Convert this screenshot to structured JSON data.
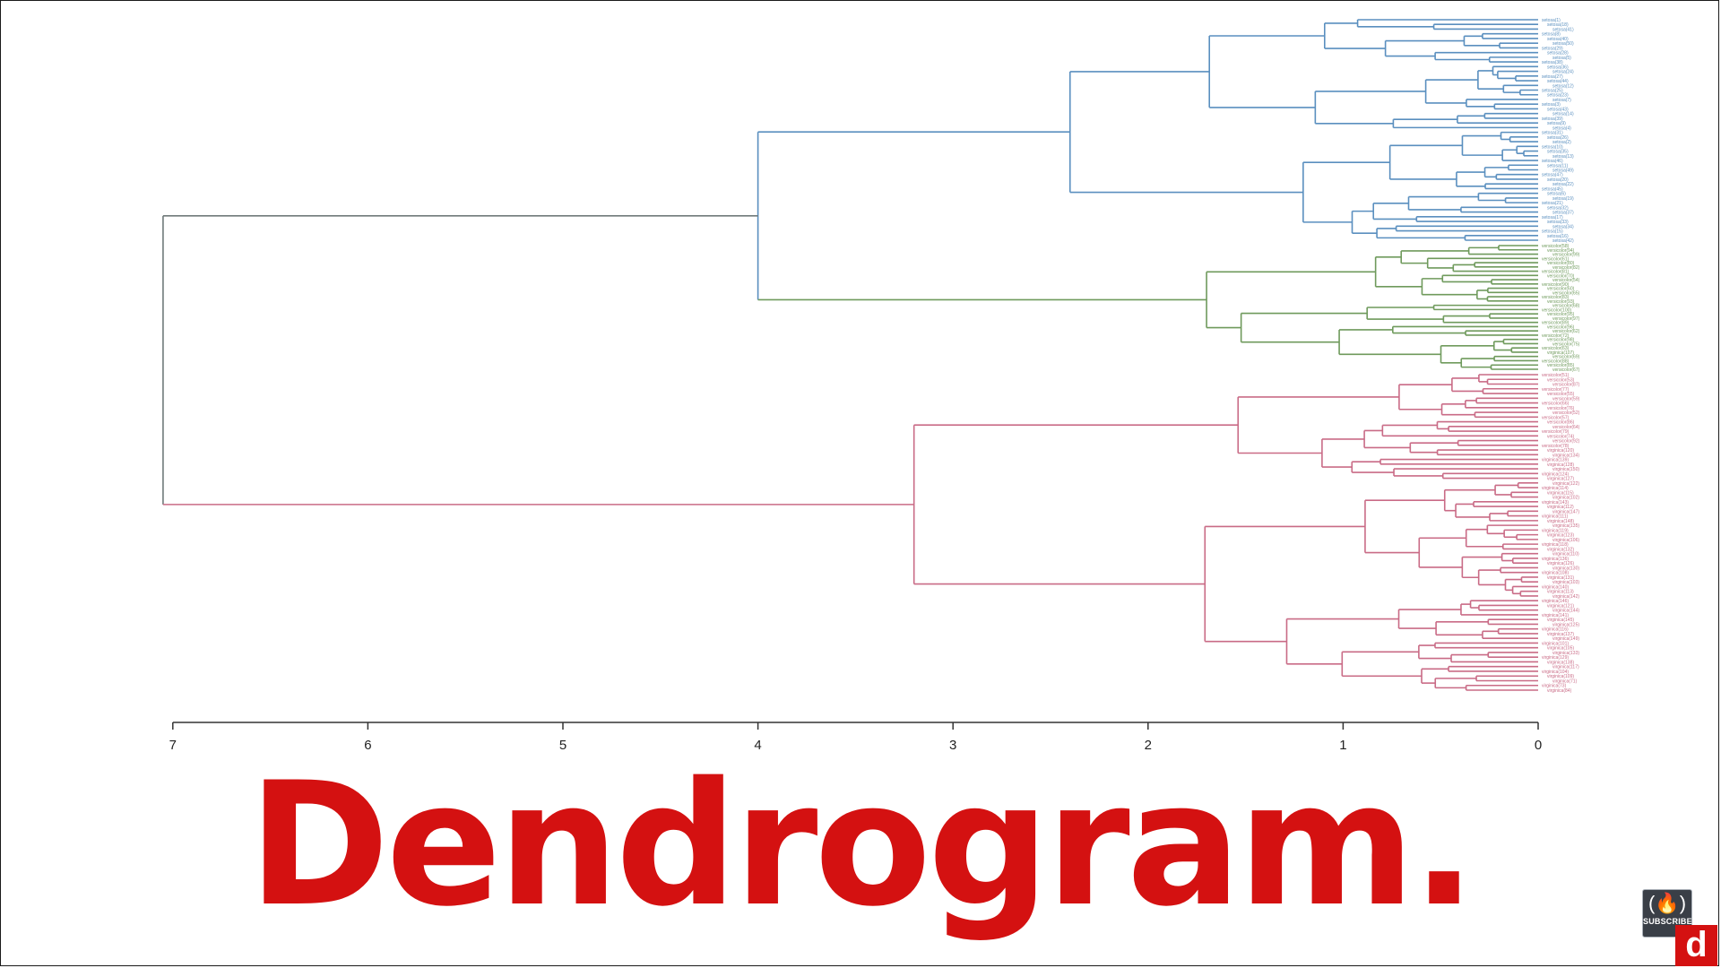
{
  "title": "Dendrogram.",
  "subscribe_label": "SUBSCRIBE",
  "brand_letter": "d",
  "chart_data": {
    "type": "dendrogram",
    "orientation": "horizontal",
    "x_axis": {
      "ticks": [
        "7",
        "6",
        "5",
        "4",
        "3",
        "2",
        "1",
        "0"
      ],
      "range": [
        7,
        0
      ]
    },
    "colors": {
      "root": "#707a7a",
      "setosa": "#5a8fbf",
      "versicolor": "#6f9a5c",
      "virginica": "#c96b86"
    },
    "clusters": [
      {
        "name": "setosa",
        "merge_height": 2.4,
        "leaf_labels": [
          "setosa(1)",
          "setosa(18)",
          "setosa(41)",
          "setosa(8)",
          "setosa(40)",
          "setosa(50)",
          "setosa(29)",
          "setosa(28)",
          "setosa(5)",
          "setosa(38)",
          "setosa(36)",
          "setosa(24)",
          "setosa(27)",
          "setosa(44)",
          "setosa(12)",
          "setosa(25)",
          "setosa(23)",
          "setosa(7)",
          "setosa(3)",
          "setosa(43)",
          "setosa(14)",
          "setosa(39)",
          "setosa(9)",
          "setosa(4)",
          "setosa(31)",
          "setosa(26)",
          "setosa(2)",
          "setosa(10)",
          "setosa(35)",
          "setosa(13)",
          "setosa(46)",
          "setosa(11)",
          "setosa(49)",
          "setosa(47)",
          "setosa(20)",
          "setosa(22)",
          "setosa(45)",
          "setosa(6)",
          "setosa(19)",
          "setosa(21)",
          "setosa(32)",
          "setosa(37)",
          "setosa(17)",
          "setosa(33)",
          "setosa(34)",
          "setosa(15)",
          "setosa(16)",
          "setosa(42)"
        ]
      },
      {
        "name": "versicolor",
        "merge_height": 1.7,
        "leaf_labels": [
          "versicolor(58)",
          "versicolor(94)",
          "versicolor(99)",
          "versicolor(61)",
          "versicolor(80)",
          "versicolor(82)",
          "versicolor(81)",
          "versicolor(70)",
          "versicolor(54)",
          "versicolor(90)",
          "versicolor(60)",
          "versicolor(65)",
          "versicolor(83)",
          "versicolor(93)",
          "versicolor(68)",
          "versicolor(100)",
          "versicolor(95)",
          "versicolor(97)",
          "versicolor(89)",
          "versicolor(96)",
          "versicolor(62)",
          "versicolor(72)",
          "versicolor(98)",
          "versicolor(75)",
          "versicolor(63)",
          "virginica(107)",
          "versicolor(69)",
          "versicolor(88)",
          "versicolor(85)",
          "versicolor(67)"
        ]
      },
      {
        "name": "virginica",
        "merge_height": 3.2,
        "leaf_labels": [
          "versicolor(51)",
          "versicolor(53)",
          "versicolor(87)",
          "versicolor(77)",
          "versicolor(55)",
          "versicolor(59)",
          "versicolor(66)",
          "versicolor(76)",
          "versicolor(52)",
          "versicolor(57)",
          "versicolor(86)",
          "versicolor(64)",
          "versicolor(79)",
          "versicolor(74)",
          "versicolor(92)",
          "versicolor(78)",
          "virginica(120)",
          "virginica(134)",
          "virginica(139)",
          "virginica(128)",
          "virginica(150)",
          "virginica(124)",
          "virginica(127)",
          "virginica(122)",
          "virginica(114)",
          "virginica(115)",
          "virginica(102)",
          "virginica(143)",
          "virginica(112)",
          "virginica(147)",
          "virginica(111)",
          "virginica(148)",
          "virginica(135)",
          "virginica(119)",
          "virginica(123)",
          "virginica(106)",
          "virginica(118)",
          "virginica(132)",
          "virginica(110)",
          "virginica(136)",
          "virginica(126)",
          "virginica(130)",
          "virginica(108)",
          "virginica(131)",
          "virginica(103)",
          "virginica(140)",
          "virginica(113)",
          "virginica(142)",
          "virginica(146)",
          "virginica(121)",
          "virginica(144)",
          "virginica(141)",
          "virginica(145)",
          "virginica(125)",
          "virginica(116)",
          "virginica(137)",
          "virginica(149)",
          "virginica(101)",
          "virginica(105)",
          "virginica(133)",
          "virginica(129)",
          "virginica(138)",
          "virginica(117)",
          "virginica(104)",
          "virginica(109)",
          "virginica(71)",
          "virginica(73)",
          "virginica(84)"
        ]
      }
    ],
    "merges": [
      {
        "clusters": [
          "setosa",
          "versicolor"
        ],
        "height": 4.0
      },
      {
        "clusters": [
          "setosa+versicolor",
          "virginica"
        ],
        "height": 7.05
      }
    ],
    "grid": false
  }
}
